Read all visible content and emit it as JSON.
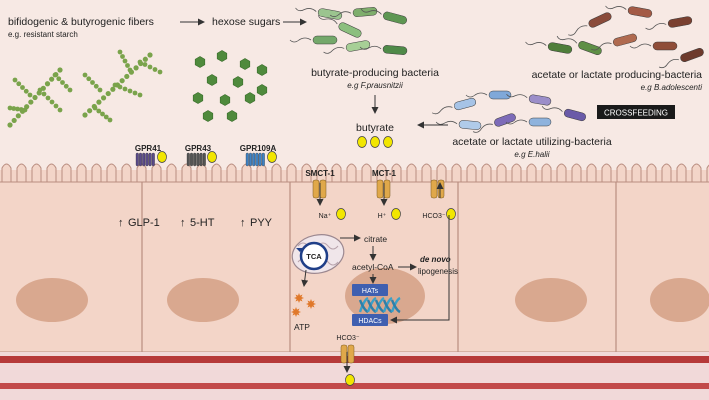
{
  "labels": {
    "fibers": "bifidogenic & butyrogenic fibers",
    "fibers_example": "e.g. resistant starch",
    "hexose": "hexose sugars",
    "butyrate_producers": "butyrate-producing bacteria",
    "butyrate_producers_example": "e.g F.prausnitzii",
    "acetate_producers": "acetate or lactate producing-bacteria",
    "acetate_producers_example": "e.g B.adolescenti",
    "crossfeeding": "CROSSFEEDING",
    "butyrate": "butyrate",
    "acetate_utilizers": "acetate or lactate utilizing-bacteria",
    "acetate_utilizers_example": "e.g E.halii",
    "gpr41": "GPR41",
    "gpr43": "GPR43",
    "gpr109a": "GPR109A",
    "glp1": "GLP-1",
    "serotonin": "5-HT",
    "pyy": "PYY",
    "up_arrow": "↑",
    "smct1": "SMCT-1",
    "mct1": "MCT-1",
    "na": "Na⁺",
    "h": "H⁺",
    "hco3_top": "HCO3⁻",
    "tca": "TCA",
    "citrate": "citrate",
    "acetyl_coa": "acetyl-CoA",
    "de_novo": "de novo",
    "lipogenesis": "lipogenesis",
    "hats": "HATs",
    "hdacs": "HDACs",
    "atp": "ATP",
    "hco3_bottom": "HCO3⁻"
  },
  "colors": {
    "lumen": "#f7e9e4",
    "cell": "#f3d5c8",
    "cell_border": "#b98d80",
    "nucleus": "#d9a88f",
    "blood_vessel": "#b63a3a",
    "ball": "#f2e600",
    "enzyme_box": "#3f5fb0",
    "fiber_dot": "#7aa34b"
  }
}
